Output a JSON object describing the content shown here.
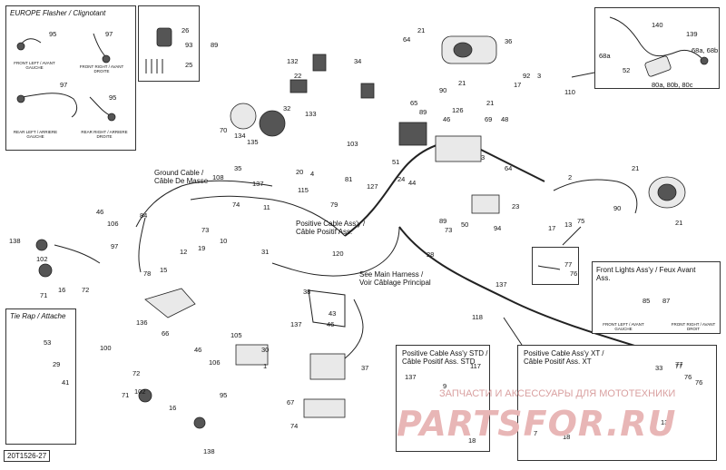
{
  "diagram": {
    "reference": "20T1526-27",
    "watermark": {
      "text": "ЗАПЧАСТИ И АКСЕССУАРЫ ДЛЯ МОТОТЕХНИКИ",
      "logo": "PARTSFOR.RU"
    },
    "boxes": {
      "europe_flasher": {
        "title": "EUROPE Flasher / Clignotant",
        "front_left": "FRONT LEFT / AVANT GAUCHE",
        "front_right": "FRONT RIGHT / AVANT DROITE",
        "rear_left": "REAR LEFT / ARRIERE GAUCHE",
        "rear_right": "REAR RIGHT / ARRIERE DROITE"
      },
      "tie_rap": {
        "title": "Tie Rap / Attache"
      },
      "front_lights": {
        "title": "Front Lights Ass'y / Feux Avant Ass.",
        "front_left": "FRONT LEFT / AVANT GAUCHE",
        "front_right": "FRONT RIGHT / AVANT DROIT"
      },
      "positive_std": {
        "title": "Positive Cable Ass'y STD / Câble Positif Ass. STD"
      },
      "positive_xt": {
        "title": "Positive Cable Ass'y XT / Câble Positif Ass. XT"
      }
    },
    "annotations": {
      "ground_cable": "Ground Cable / Câble De Masse",
      "positive_cable": "Positive Cable Ass'y / Câble Positif Ass.",
      "main_harness": "See Main Harness / Voir Câblage Principal"
    },
    "callouts": [
      {
        "id": "c95a",
        "text": "95"
      },
      {
        "id": "c97a",
        "text": "97"
      },
      {
        "id": "c97b",
        "text": "97"
      },
      {
        "id": "c95b",
        "text": "95"
      },
      {
        "id": "c26",
        "text": "26"
      },
      {
        "id": "c93",
        "text": "93"
      },
      {
        "id": "c25",
        "text": "25"
      },
      {
        "id": "c89a",
        "text": "89"
      },
      {
        "id": "c21a",
        "text": "21"
      },
      {
        "id": "c64a",
        "text": "64"
      },
      {
        "id": "c36a",
        "text": "36"
      },
      {
        "id": "c132",
        "text": "132"
      },
      {
        "id": "c34",
        "text": "34"
      },
      {
        "id": "c22",
        "text": "22"
      },
      {
        "id": "c90a",
        "text": "90"
      },
      {
        "id": "c21b",
        "text": "21"
      },
      {
        "id": "c92",
        "text": "92"
      },
      {
        "id": "c17a",
        "text": "17"
      },
      {
        "id": "c3a",
        "text": "3"
      },
      {
        "id": "c110",
        "text": "110"
      },
      {
        "id": "c133",
        "text": "133"
      },
      {
        "id": "c65",
        "text": "65"
      },
      {
        "id": "c89b",
        "text": "89"
      },
      {
        "id": "c126",
        "text": "126"
      },
      {
        "id": "c21c",
        "text": "21"
      },
      {
        "id": "c46a",
        "text": "46"
      },
      {
        "id": "c69",
        "text": "69"
      },
      {
        "id": "c48",
        "text": "48"
      },
      {
        "id": "c32",
        "text": "32"
      },
      {
        "id": "c35",
        "text": "35"
      },
      {
        "id": "c70",
        "text": "70"
      },
      {
        "id": "c134",
        "text": "134"
      },
      {
        "id": "c135",
        "text": "135"
      },
      {
        "id": "c103",
        "text": "103"
      },
      {
        "id": "c51",
        "text": "51"
      },
      {
        "id": "c24",
        "text": "24"
      },
      {
        "id": "c44",
        "text": "44"
      },
      {
        "id": "c3b",
        "text": "3"
      },
      {
        "id": "c64b",
        "text": "64"
      },
      {
        "id": "c2",
        "text": "2"
      },
      {
        "id": "c81",
        "text": "81"
      },
      {
        "id": "c127",
        "text": "127"
      },
      {
        "id": "c28",
        "text": "28"
      },
      {
        "id": "c108",
        "text": "108"
      },
      {
        "id": "c137a",
        "text": "137"
      },
      {
        "id": "c20",
        "text": "20"
      },
      {
        "id": "c4",
        "text": "4"
      },
      {
        "id": "c115",
        "text": "115"
      },
      {
        "id": "c79",
        "text": "79"
      },
      {
        "id": "c11",
        "text": "11"
      },
      {
        "id": "c84",
        "text": "84"
      },
      {
        "id": "c46b",
        "text": "46"
      },
      {
        "id": "c106a",
        "text": "106"
      },
      {
        "id": "c138a",
        "text": "138"
      },
      {
        "id": "c97c",
        "text": "97"
      },
      {
        "id": "c102a",
        "text": "102"
      },
      {
        "id": "c71a",
        "text": "71"
      },
      {
        "id": "c16a",
        "text": "16"
      },
      {
        "id": "c72a",
        "text": "72"
      },
      {
        "id": "c78",
        "text": "78"
      },
      {
        "id": "c15",
        "text": "15"
      },
      {
        "id": "c74",
        "text": "74"
      },
      {
        "id": "c73a",
        "text": "73"
      },
      {
        "id": "c12",
        "text": "12"
      },
      {
        "id": "c19",
        "text": "19"
      },
      {
        "id": "c10",
        "text": "10"
      },
      {
        "id": "c31",
        "text": "31"
      },
      {
        "id": "c120",
        "text": "120"
      },
      {
        "id": "c89c",
        "text": "89"
      },
      {
        "id": "c73b",
        "text": "73"
      },
      {
        "id": "c50",
        "text": "50"
      },
      {
        "id": "c94",
        "text": "94"
      },
      {
        "id": "c13",
        "text": "13"
      },
      {
        "id": "c17b",
        "text": "17"
      },
      {
        "id": "c75",
        "text": "75"
      },
      {
        "id": "c23",
        "text": "23"
      },
      {
        "id": "c21d",
        "text": "21"
      },
      {
        "id": "c90b",
        "text": "90"
      },
      {
        "id": "c21e",
        "text": "21"
      },
      {
        "id": "c139",
        "text": "139"
      },
      {
        "id": "c140",
        "text": "140"
      },
      {
        "id": "c68a",
        "text": "68a, 68b"
      },
      {
        "id": "c68b",
        "text": "68a"
      },
      {
        "id": "c52",
        "text": "52"
      },
      {
        "id": "c80",
        "text": "80a, 80b, 80c"
      },
      {
        "id": "c77a",
        "text": "77"
      },
      {
        "id": "c76a",
        "text": "76"
      },
      {
        "id": "c85",
        "text": "85"
      },
      {
        "id": "c87",
        "text": "87"
      },
      {
        "id": "c136",
        "text": "136"
      },
      {
        "id": "c66",
        "text": "66"
      },
      {
        "id": "c100",
        "text": "100"
      },
      {
        "id": "c38",
        "text": "38"
      },
      {
        "id": "c43",
        "text": "43"
      },
      {
        "id": "c46c",
        "text": "46"
      },
      {
        "id": "c137b",
        "text": "137"
      },
      {
        "id": "c118",
        "text": "118"
      },
      {
        "id": "c137c",
        "text": "137"
      },
      {
        "id": "c53",
        "text": "53"
      },
      {
        "id": "c29",
        "text": "29"
      },
      {
        "id": "c41",
        "text": "41"
      },
      {
        "id": "c72b",
        "text": "72"
      },
      {
        "id": "c46d",
        "text": "46"
      },
      {
        "id": "c106b",
        "text": "106"
      },
      {
        "id": "c71b",
        "text": "71"
      },
      {
        "id": "c102b",
        "text": "102"
      },
      {
        "id": "c95c",
        "text": "95"
      },
      {
        "id": "c16b",
        "text": "16"
      },
      {
        "id": "c138b",
        "text": "138"
      },
      {
        "id": "c105",
        "text": "105"
      },
      {
        "id": "c30",
        "text": "30"
      },
      {
        "id": "c67",
        "text": "67"
      },
      {
        "id": "c74b",
        "text": "74"
      },
      {
        "id": "c1",
        "text": "1"
      },
      {
        "id": "c37",
        "text": "37"
      },
      {
        "id": "c117",
        "text": "117"
      },
      {
        "id": "c137d",
        "text": "137"
      },
      {
        "id": "c9",
        "text": "9"
      },
      {
        "id": "c18a",
        "text": "18"
      },
      {
        "id": "c77b",
        "text": "77"
      },
      {
        "id": "c76b",
        "text": "76"
      },
      {
        "id": "c33",
        "text": "33"
      },
      {
        "id": "c137e",
        "text": "137"
      },
      {
        "id": "c18b",
        "text": "18"
      },
      {
        "id": "c7",
        "text": "7"
      },
      {
        "id": "c77c",
        "text": "77"
      },
      {
        "id": "c76c",
        "text": "76"
      }
    ]
  }
}
